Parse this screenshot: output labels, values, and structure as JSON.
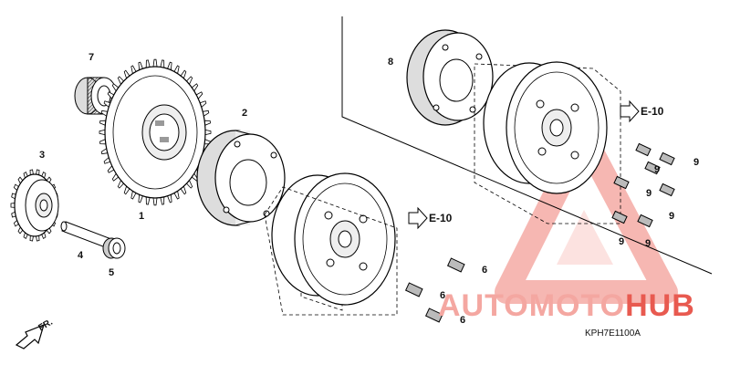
{
  "diagram": {
    "callouts": [
      "1",
      "2",
      "3",
      "4",
      "5",
      "6",
      "6",
      "6",
      "7",
      "8",
      "9",
      "9",
      "9",
      "9",
      "9",
      "9",
      "9"
    ],
    "refs": [
      "E-10",
      "E-10"
    ],
    "diagram_code": "KPH7E1100A",
    "direction_label": "FR."
  },
  "watermark": {
    "part_a": "AUTO",
    "part_b": "MOTO",
    "part_c": "HUB",
    "color_light": "#f4a7a1",
    "color_dark": "#e85a50"
  }
}
